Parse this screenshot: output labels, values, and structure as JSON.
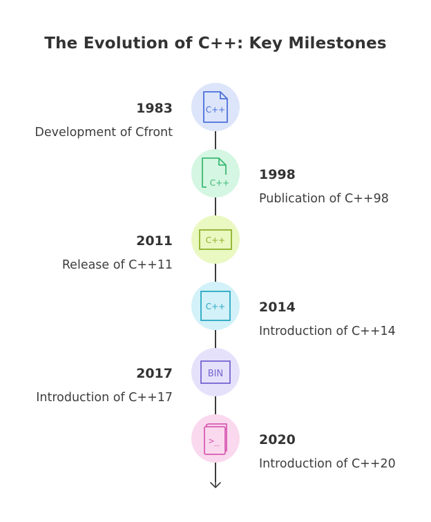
{
  "title": "The Evolution of C++: Key Milestones",
  "milestones": [
    {
      "year": "1983",
      "label": "Development of Cfront",
      "side": "left",
      "icon": "cpp-file-icon",
      "bg": "#dde5fb",
      "fg": "#4a6fd8",
      "icon_text": "C++"
    },
    {
      "year": "1998",
      "label": "Publication of C++98",
      "side": "right",
      "icon": "cpp-document-icon",
      "bg": "#d4f6e2",
      "fg": "#3cb874",
      "icon_text": "C++"
    },
    {
      "year": "2011",
      "label": "Release of C++11",
      "side": "left",
      "icon": "cpp-window-icon",
      "bg": "#eaf8c2",
      "fg": "#8fb12a",
      "icon_text": "C++"
    },
    {
      "year": "2014",
      "label": "Introduction of C++14",
      "side": "right",
      "icon": "cpp-square-icon",
      "bg": "#d2f1f8",
      "fg": "#2aa8c2",
      "icon_text": "C++"
    },
    {
      "year": "2017",
      "label": "Introduction of C++17",
      "side": "left",
      "icon": "binary-icon",
      "bg": "#e6e1fb",
      "fg": "#7664d0",
      "icon_text": "BIN"
    },
    {
      "year": "2020",
      "label": "Introduction of C++20",
      "side": "right",
      "icon": "terminal-book-icon",
      "bg": "#fad9ee",
      "fg": "#d85bb1",
      "icon_text": ">_"
    }
  ]
}
